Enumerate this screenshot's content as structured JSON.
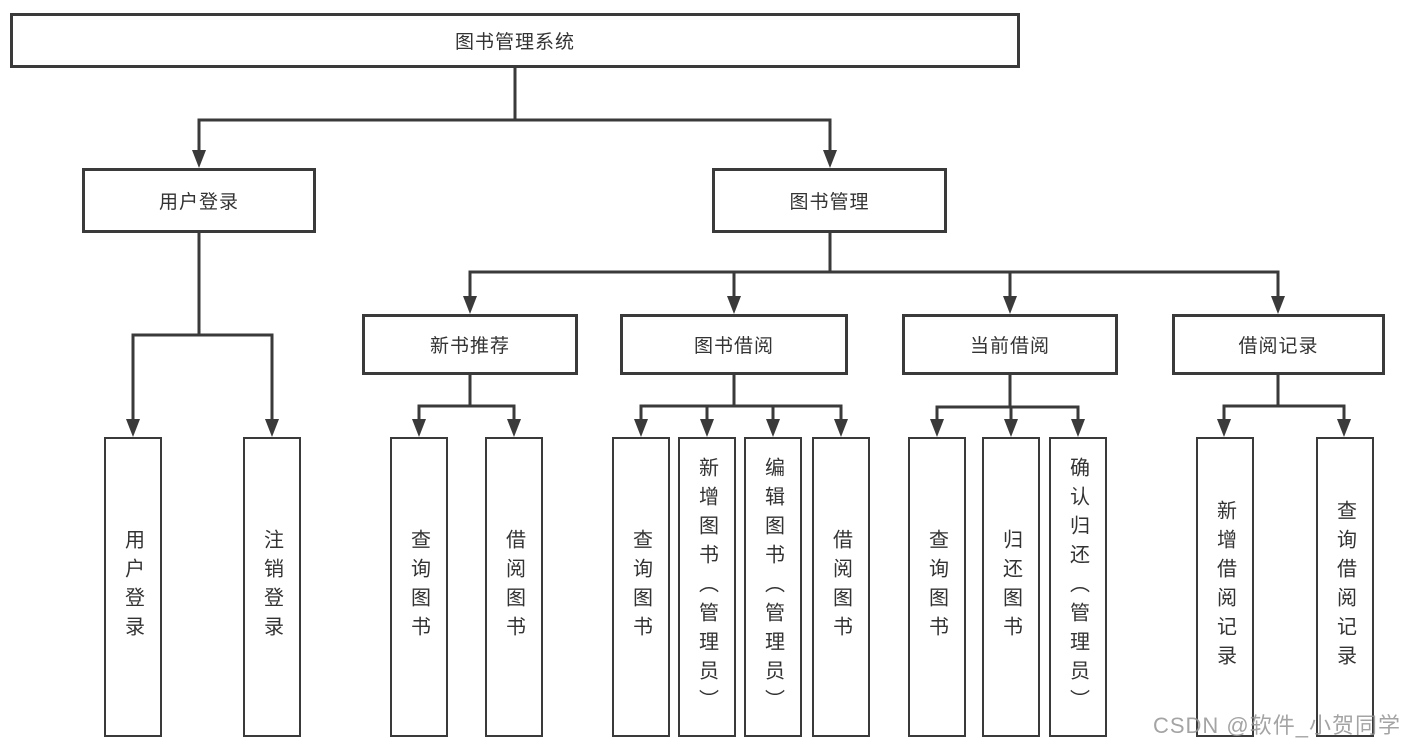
{
  "colors": {
    "line": "#3a3a3a",
    "box_border": "#3a3a3a",
    "text": "#333333",
    "watermark": "#949494",
    "background": "#ffffff"
  },
  "root": {
    "label": "图书管理系统"
  },
  "user_login": {
    "label": "用户登录",
    "children": [
      {
        "label": "用户登录"
      },
      {
        "label": "注销登录"
      }
    ]
  },
  "book_management": {
    "label": "图书管理"
  },
  "new_book": {
    "label": "新书推荐",
    "children": [
      {
        "label": "查询图书"
      },
      {
        "label": "借阅图书"
      }
    ]
  },
  "book_borrow": {
    "label": "图书借阅",
    "children": [
      {
        "label": "查询图书"
      },
      {
        "label": "新增图书（管理员）"
      },
      {
        "label": "编辑图书（管理员）"
      },
      {
        "label": "借阅图书"
      }
    ]
  },
  "current_borrow": {
    "label": "当前借阅",
    "children": [
      {
        "label": "查询图书"
      },
      {
        "label": "归还图书"
      },
      {
        "label": "确认归还（管理员）"
      }
    ]
  },
  "borrow_records": {
    "label": "借阅记录",
    "children": [
      {
        "label": "新增借阅记录"
      },
      {
        "label": "查询借阅记录"
      }
    ]
  },
  "watermark": {
    "text": "CSDN @软件_小贺同学"
  }
}
